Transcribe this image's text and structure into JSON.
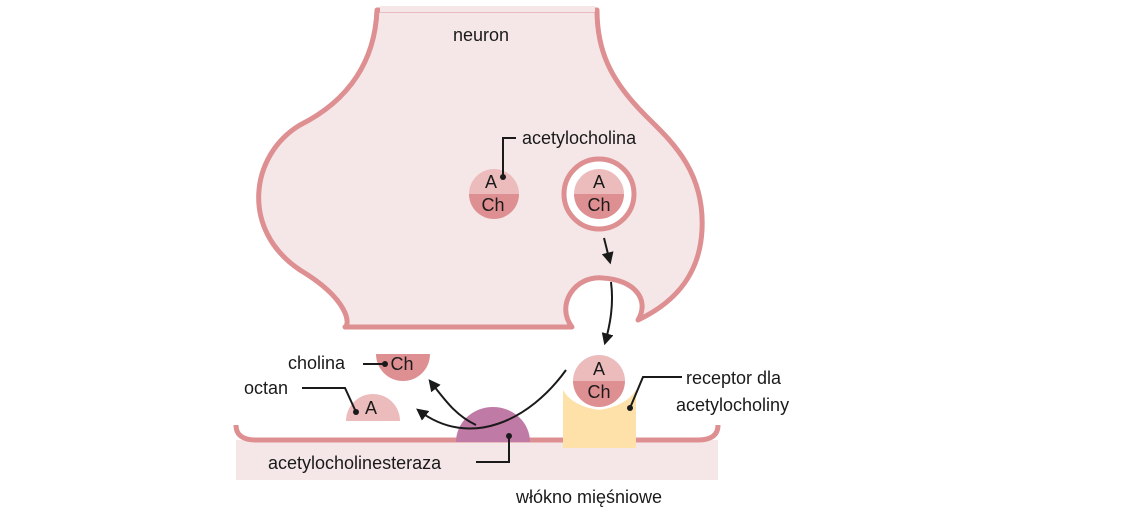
{
  "labels": {
    "neuron": "neuron",
    "acetylcholine": "acetylocholina",
    "choline": "cholina",
    "acetate": "octan",
    "receptor_line1": "receptor dla",
    "receptor_line2": "acetylocholiny",
    "enzyme": "acetylocholinesteraza",
    "muscle_fiber": "włókno mięśniowe"
  },
  "molecule": {
    "a": "A",
    "ch": "Ch"
  },
  "colors": {
    "neuron_fill": "#f5e7e7",
    "membrane_stroke": "#de8f91",
    "molecule_top": "#ecbcbd",
    "molecule_bottom": "#de8f91",
    "enzyme": "#c07aa6",
    "receptor": "#fde1a8"
  }
}
